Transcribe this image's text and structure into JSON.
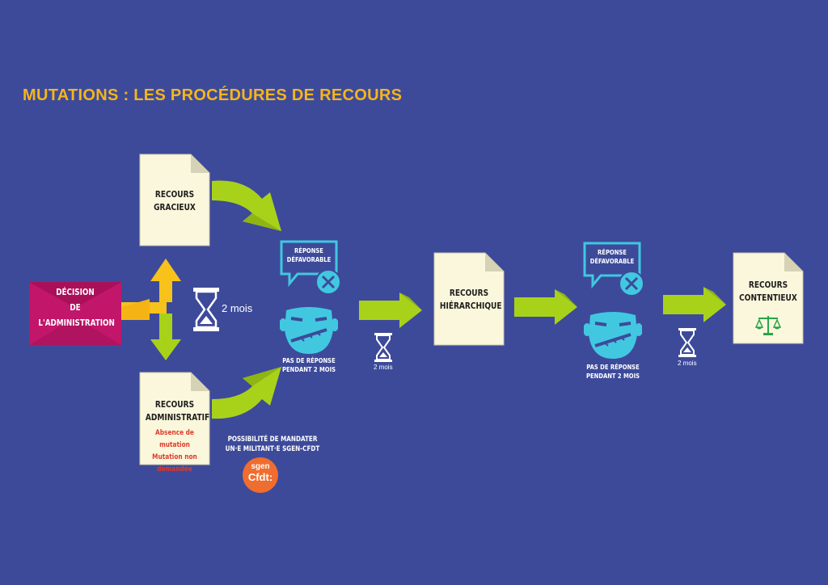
{
  "title": "MUTATIONS : LES PROCÉDURES DE RECOURS",
  "decision": {
    "line1": "DÉCISION",
    "line2": "DE",
    "line3": "L'ADMINISTRATION"
  },
  "recours_gracieux": {
    "line1": "RECOURS",
    "line2": "GRACIEUX"
  },
  "recours_administratif": {
    "line1": "RECOURS",
    "line2": "ADMINISTRATIF",
    "note1": "Absence de mutation",
    "note2": "Mutation non demandée"
  },
  "recours_hierarchique": {
    "line1": "RECOURS",
    "line2": "HIÉRARCHIQUE"
  },
  "recours_contentieux": {
    "line1": "RECOURS",
    "line2": "CONTENTIEUX"
  },
  "delay_main": "2 mois",
  "delay_small_1": "2 mois",
  "delay_small_2": "2 mois",
  "reponse_1": {
    "line1": "RÉPONSE",
    "line2": "DÉFAVORABLE"
  },
  "reponse_2": {
    "line1": "RÉPONSE",
    "line2": "DÉFAVORABLE"
  },
  "no_reply_1": {
    "line1": "PAS DE RÉPONSE",
    "line2": "PENDANT 2 MOIS"
  },
  "no_reply_2": {
    "line1": "PAS DE RÉPONSE",
    "line2": "PENDANT 2 MOIS"
  },
  "mandate": {
    "line1": "POSSIBILITÉ DE MANDATER",
    "line2": "UN·E MILITANT·E SGEN-CFDT"
  },
  "logo": {
    "line1": "sgen",
    "line2": "Cfdt:"
  },
  "colors": {
    "background": "#3d4a9a",
    "title": "#f6b51b",
    "green": "#a8d21a",
    "cyan": "#41c8e0",
    "envelope": "#c2166b",
    "logo": "#ef6d2e",
    "yellow": "#f7c21a"
  }
}
